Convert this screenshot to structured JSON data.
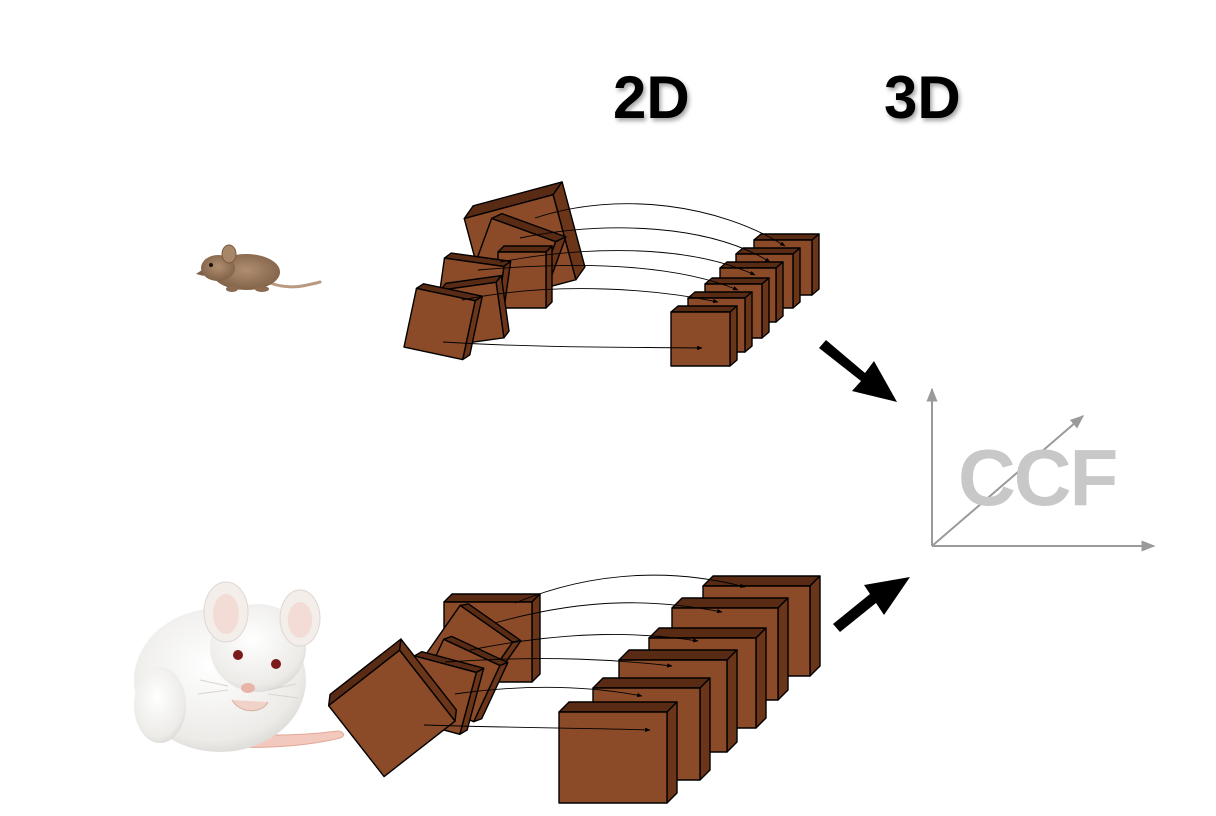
{
  "headings": {
    "two_d": "2D",
    "three_d": "3D"
  },
  "ccf": {
    "label": "CCF",
    "color": "#c8c8c8",
    "axis_color": "#9a9a9a"
  },
  "colors": {
    "slice_face": "#8b4a28",
    "slice_side": "#6b3519",
    "slice_top": "#5a2b14",
    "arrow": "#000000",
    "brown_mouse": "#9a7a5e",
    "white_mouse": "#f2f0ec",
    "tail": "#f3c9bd"
  },
  "icons": [
    "brown-mouse-photo",
    "white-mouse-photo",
    "tissue-slice",
    "coordinate-axes",
    "big-arrow"
  ]
}
